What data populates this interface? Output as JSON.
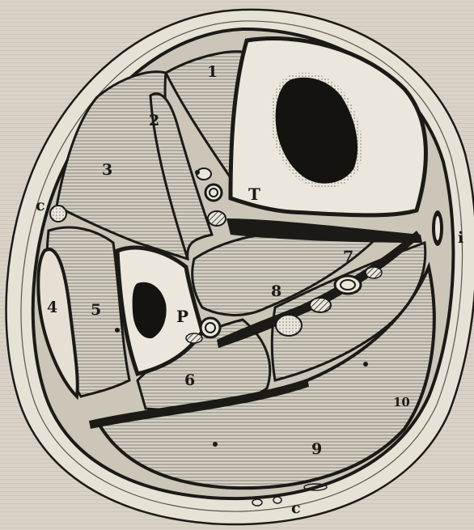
{
  "figure": {
    "labels": {
      "l1": "1",
      "l2": "2",
      "l3": "3",
      "l4": "4",
      "l5": "5",
      "l6": "6",
      "l7": "7",
      "l8": "8",
      "l9": "9",
      "l10": "10",
      "tibia": "T",
      "fibula": "P",
      "c_left": "c",
      "c_bottom": "c",
      "i_right": "i"
    },
    "colors": {
      "background": "#d8d3c6",
      "skin": "#e7e2d6",
      "muscle": "#cbc6b8",
      "bone": "#ebe7dc",
      "marrow": "#15130f",
      "ink": "#1b1a17"
    }
  }
}
